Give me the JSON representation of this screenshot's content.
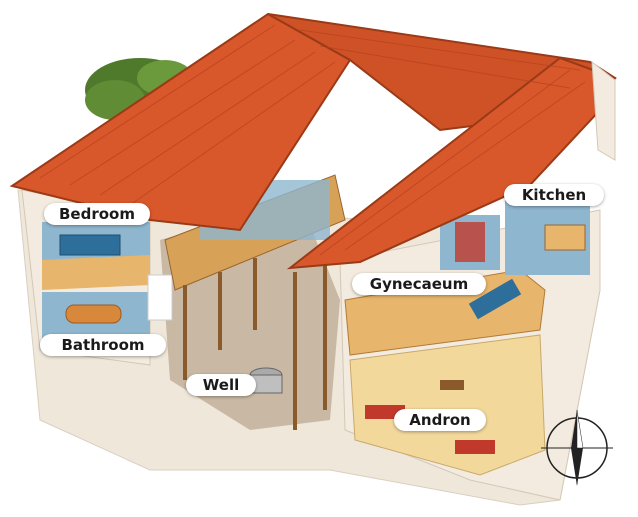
{
  "labels": {
    "bedroom": "Bedroom",
    "kitchen": "Kitchen",
    "gynecaeum": "Gynecaeum",
    "bathroom": "Bathroom",
    "well": "Well",
    "andron": "Andron"
  },
  "colors": {
    "roof": "#d9582b",
    "roof_dark": "#b4411d",
    "wall": "#f1e6d4",
    "floor": "#e7b56c",
    "courtyard": "#c9b9a4",
    "interior_wall": "#8fb6cf",
    "wood": "#b5713a",
    "tree": "#4f7a2b"
  },
  "icons": {
    "compass": "compass-rose-icon"
  }
}
